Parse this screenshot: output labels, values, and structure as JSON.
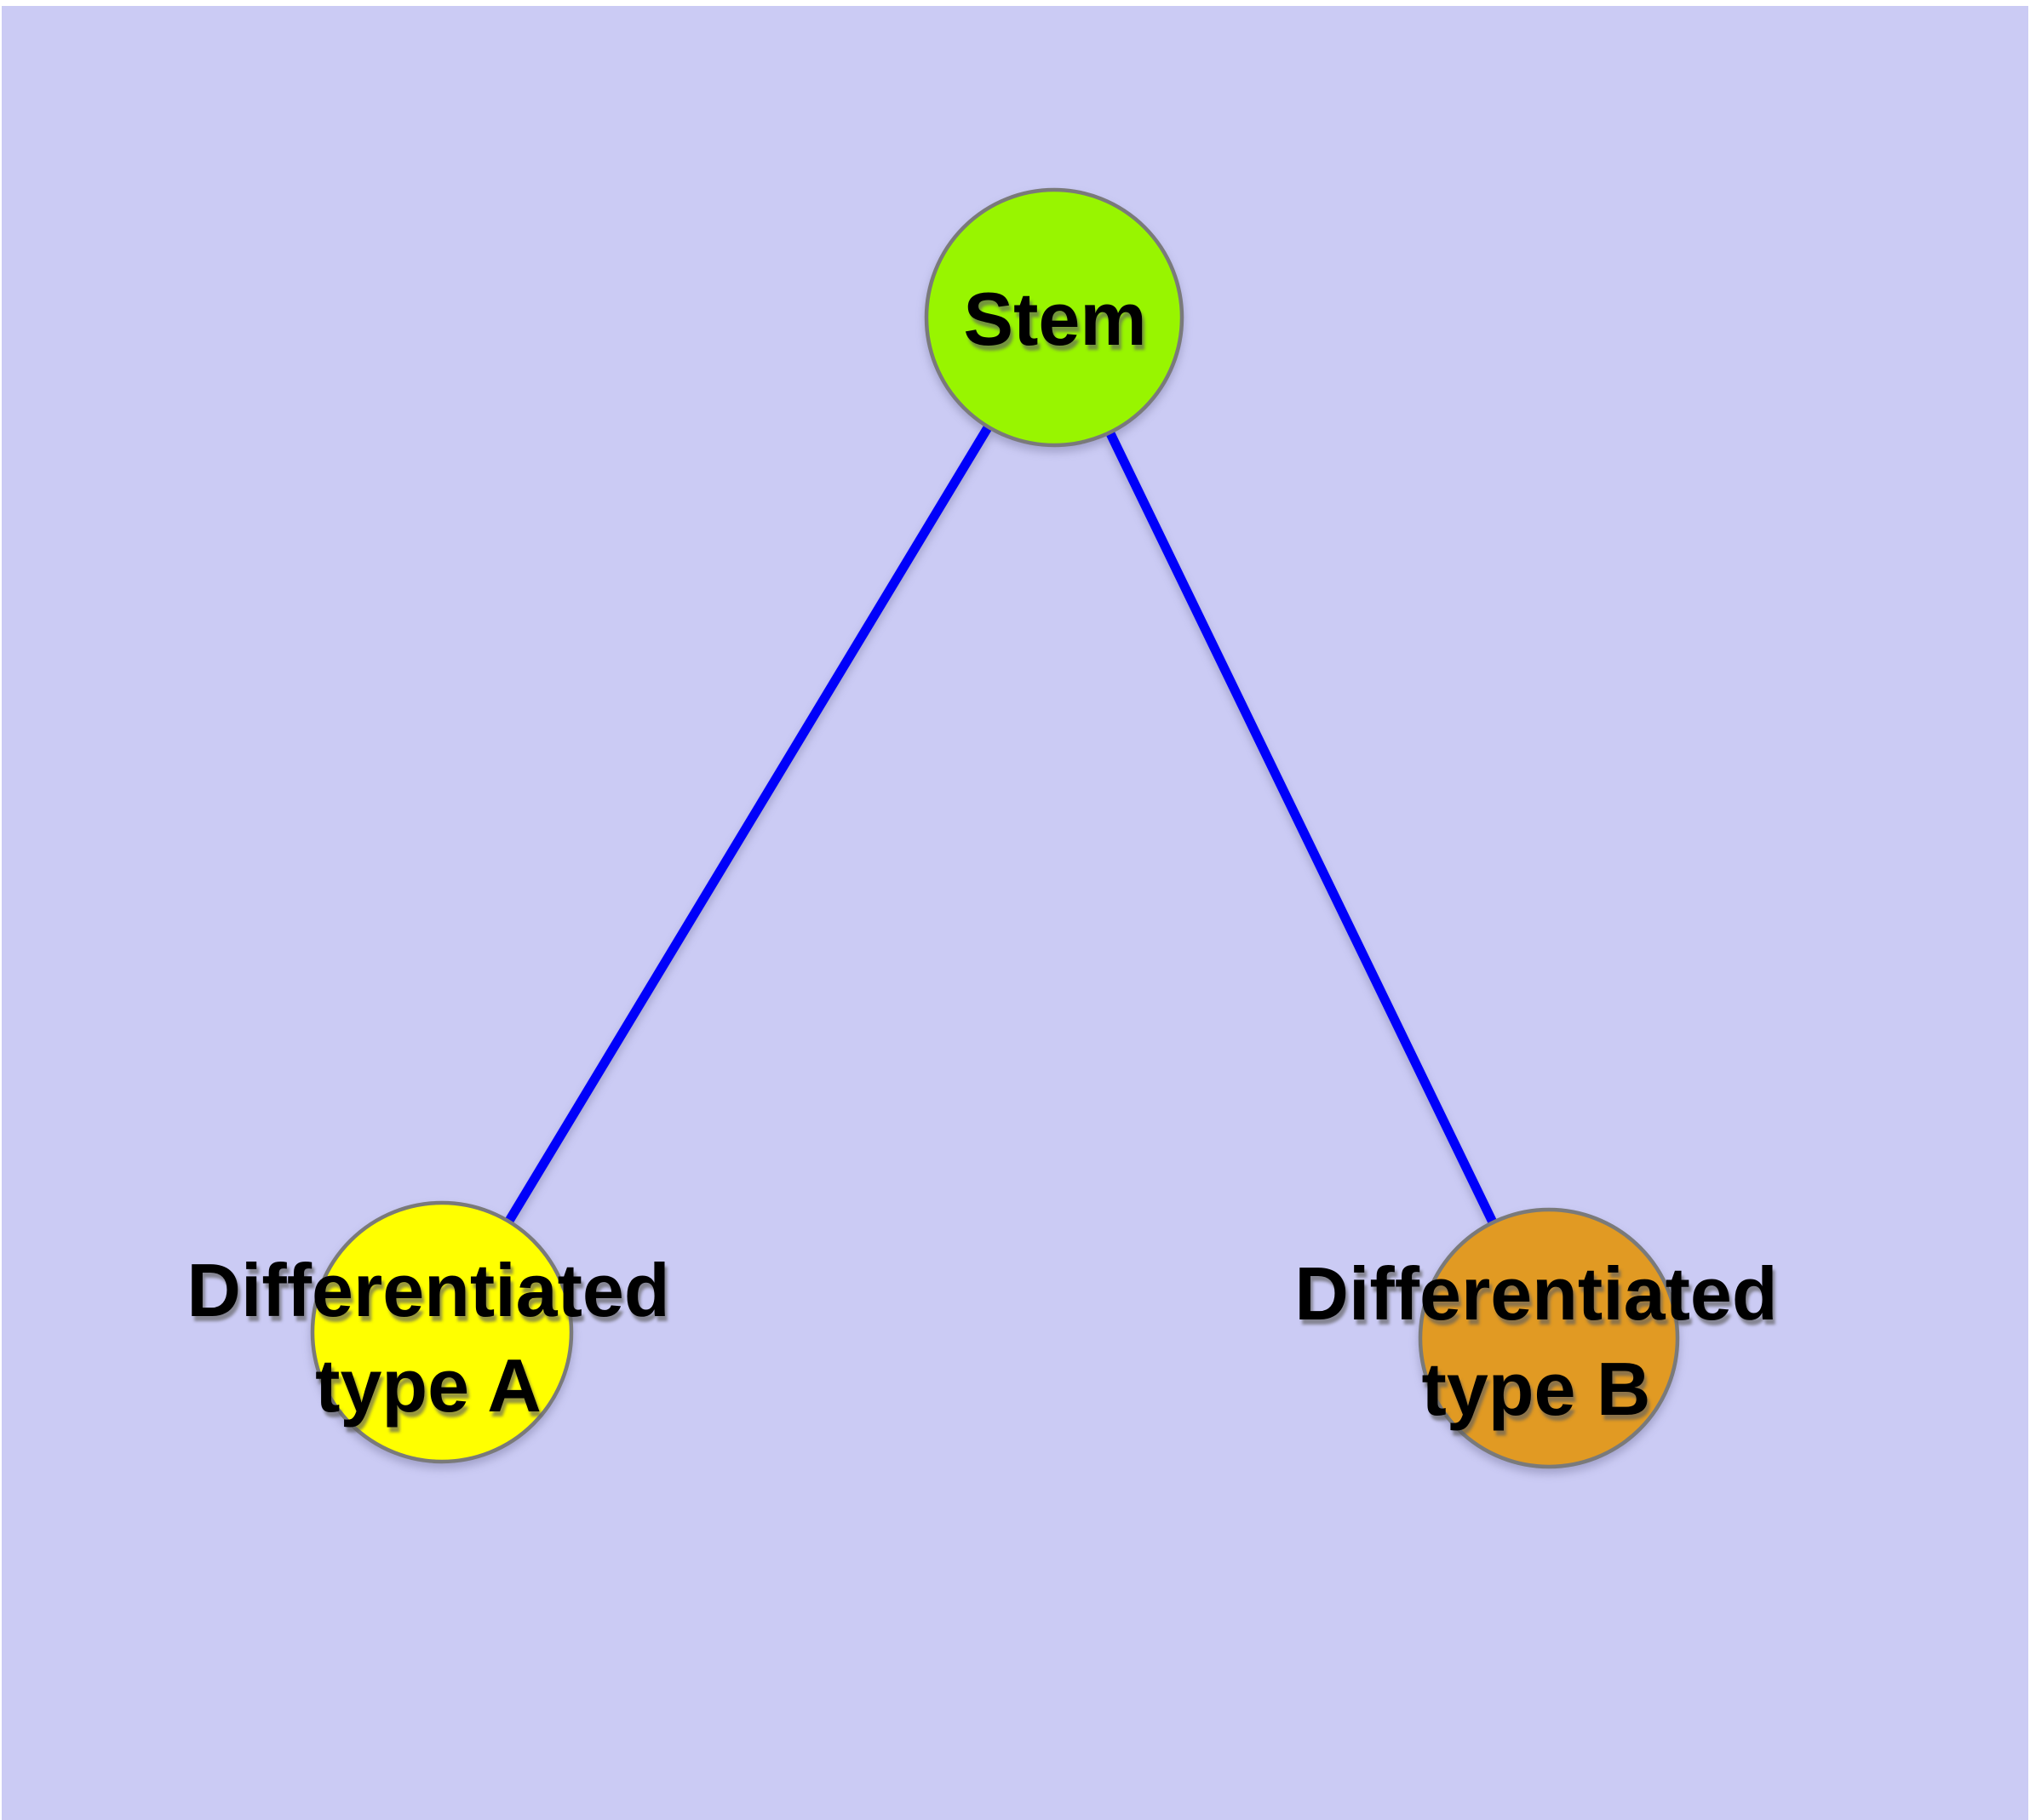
{
  "diagram": {
    "page_margin_color": "#ffffff",
    "background_color": "#cbcbf4",
    "text_color": "#000000",
    "node_border_color": "#7a7a7a",
    "edge_color": "#0000fa",
    "nodes": [
      {
        "id": "stem",
        "label": "Stem",
        "label_line1": "Stem",
        "label_line2": "",
        "fill": "#98f500"
      },
      {
        "id": "type-a",
        "label": "Differentiated type A",
        "label_line1": "Differentiated",
        "label_line2": "type A",
        "fill": "#ffff00"
      },
      {
        "id": "type-b",
        "label": "Differentiated type B",
        "label_line1": "Differentiated",
        "label_line2": "type B",
        "fill": "#e19a23"
      }
    ],
    "edges": [
      {
        "from": "Stem",
        "to": "Differentiated type A"
      },
      {
        "from": "Stem",
        "to": "Differentiated type B"
      }
    ]
  }
}
